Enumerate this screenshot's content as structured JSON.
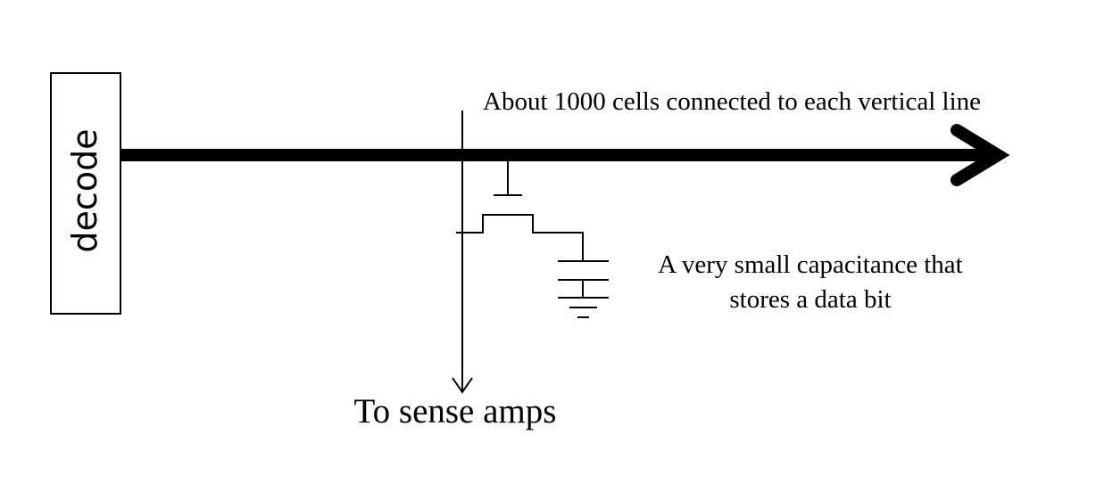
{
  "decoder": {
    "label": "decode"
  },
  "annotations": {
    "cells_note": "About 1000 cells connected to each vertical line",
    "capacitor_note_line1": "A very small capacitance that",
    "capacitor_note_line2": "stores a data bit",
    "sense_amps_label": "To sense amps"
  },
  "colors": {
    "stroke": "#000000",
    "background": "#ffffff"
  }
}
